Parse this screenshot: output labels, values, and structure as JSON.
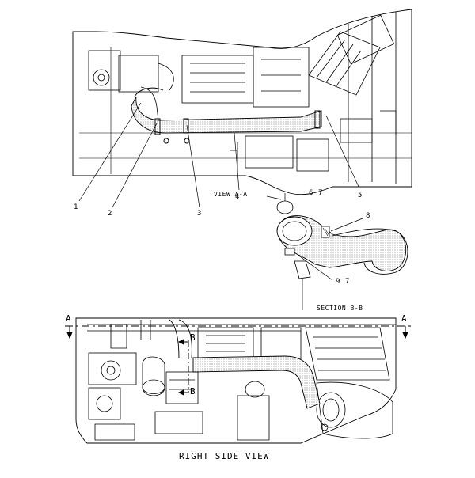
{
  "labels": {
    "view_aa": "VIEW A-A",
    "section_bb": "SECTION B-B",
    "right_side_view": "RIGHT SIDE VIEW",
    "callout_1": "1",
    "callout_2": "2",
    "callout_3": "3",
    "callout_4": "4",
    "callout_5": "5",
    "callout_6": "6",
    "callout_7a": "7",
    "callout_8": "8",
    "callout_9": "9",
    "callout_7b": "7",
    "section_a_left": "A",
    "section_a_right": "A",
    "section_b_top": "B",
    "section_b_bottom": "B"
  }
}
